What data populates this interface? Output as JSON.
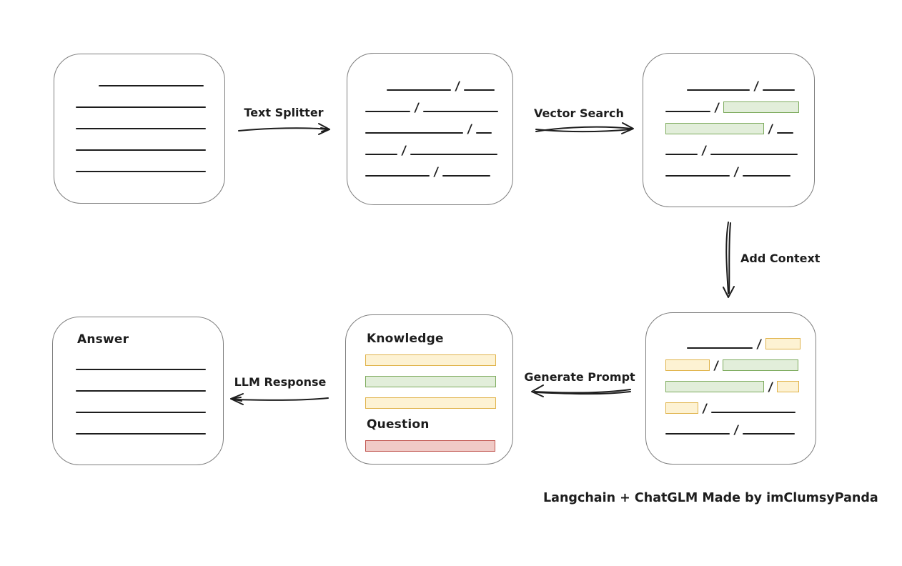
{
  "caption": "Langchain + ChatGLM Made by imClumsyPanda",
  "slash": "/",
  "labels": {
    "text_splitter": "Text Splitter",
    "vector_search": "Vector Search",
    "add_context": "Add Context",
    "generate_prompt": "Generate Prompt",
    "llm_response": "LLM Response"
  },
  "colors": {
    "ink": "#1d1d1d",
    "box_border": "#7e7e7e",
    "green_fill": "#e2eeda",
    "green_border": "#7dab5d",
    "yellow_fill": "#fdf2d3",
    "yellow_border": "#e0b34a",
    "red_fill": "#f0cac6",
    "red_border": "#c15650"
  },
  "boxes": {
    "document": {
      "rows": [
        [
          {
            "t": "line",
            "w": 147,
            "ind": 32
          }
        ],
        [
          {
            "t": "line",
            "w": 182
          }
        ],
        [
          {
            "t": "line",
            "w": 182
          }
        ],
        [
          {
            "t": "line",
            "w": 182
          }
        ],
        [
          {
            "t": "line",
            "w": 182
          }
        ]
      ]
    },
    "chunks": {
      "rows": [
        [
          {
            "t": "line",
            "w": 90,
            "ind": 30
          },
          {
            "t": "line",
            "w": 43
          }
        ],
        [
          {
            "t": "line",
            "w": 63
          },
          {
            "t": "line",
            "w": 105
          }
        ],
        [
          {
            "t": "line",
            "w": 137
          },
          {
            "t": "line",
            "w": 22
          }
        ],
        [
          {
            "t": "line",
            "w": 45
          },
          {
            "t": "line",
            "w": 122
          }
        ],
        [
          {
            "t": "line",
            "w": 90
          },
          {
            "t": "line",
            "w": 67
          }
        ]
      ]
    },
    "matched": {
      "rows": [
        [
          {
            "t": "line",
            "w": 88,
            "ind": 30
          },
          {
            "t": "line",
            "w": 45
          }
        ],
        [
          {
            "t": "line",
            "w": 63
          },
          {
            "t": "green",
            "w": 106
          }
        ],
        [
          {
            "t": "green",
            "w": 138
          },
          {
            "t": "line",
            "w": 23
          }
        ],
        [
          {
            "t": "line",
            "w": 45
          },
          {
            "t": "line",
            "w": 122
          }
        ],
        [
          {
            "t": "line",
            "w": 90
          },
          {
            "t": "line",
            "w": 67
          }
        ]
      ]
    },
    "context": {
      "rows": [
        [
          {
            "t": "line",
            "w": 92,
            "ind": 30
          },
          {
            "t": "yellow",
            "w": 49
          }
        ],
        [
          {
            "t": "yellow",
            "w": 62
          },
          {
            "t": "green",
            "w": 106
          }
        ],
        [
          {
            "t": "green",
            "w": 138
          },
          {
            "t": "yellow",
            "w": 31
          }
        ],
        [
          {
            "t": "yellow",
            "w": 46
          },
          {
            "t": "line",
            "w": 118
          }
        ],
        [
          {
            "t": "line",
            "w": 90
          },
          {
            "t": "line",
            "w": 73
          }
        ]
      ]
    },
    "answer": {
      "title": "Answer",
      "rows": [
        [
          {
            "t": "line",
            "w": 182
          }
        ],
        [
          {
            "t": "line",
            "w": 182
          }
        ],
        [
          {
            "t": "line",
            "w": 182
          }
        ],
        [
          {
            "t": "line",
            "w": 182
          }
        ]
      ]
    },
    "prompt": {
      "knowledge_title": "Knowledge",
      "question_title": "Question",
      "knowledge_rows": [
        [
          {
            "t": "yellow",
            "w": 183
          }
        ],
        [
          {
            "t": "green",
            "w": 183
          }
        ],
        [
          {
            "t": "yellow",
            "w": 183
          }
        ]
      ],
      "question_rows": [
        [
          {
            "t": "red",
            "w": 182
          }
        ]
      ]
    }
  }
}
